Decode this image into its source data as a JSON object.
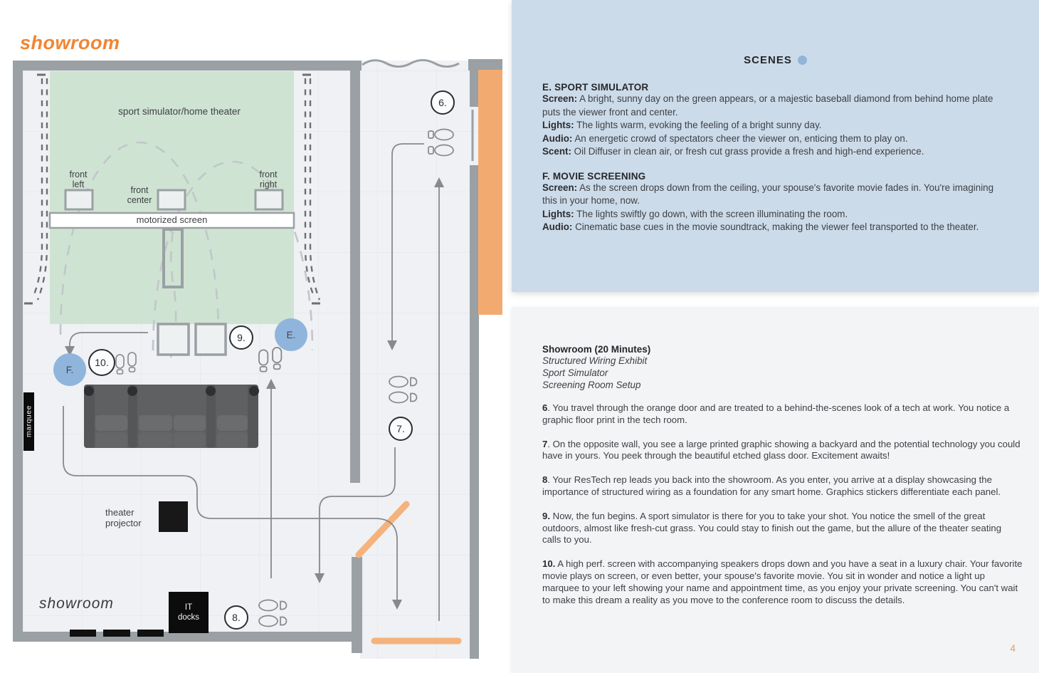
{
  "page": {
    "number": "4"
  },
  "colors": {
    "accent_orange": "#F28433",
    "door_orange": "#F3AA70",
    "wall_gray": "#9AA0A4",
    "zone_green": "#CFE3D3",
    "marker_blue": "#90B5DC",
    "panel_blue": "#CCDBE9",
    "panel_gray": "#F3F4F6"
  },
  "floor_plan": {
    "title": "showroom",
    "room_label": "showroom",
    "labels": {
      "area": "sport simulator/home theater",
      "front_left": "front\nleft",
      "front_center": "front\ncenter",
      "front_right": "front\nright",
      "motorized_screen": "motorized screen",
      "marquee": "marquee",
      "theater_projector": "theater\nprojector",
      "it_docks": "IT\ndocks"
    },
    "markers": {
      "m6": "6.",
      "m7": "7.",
      "m8": "8.",
      "m9": "9.",
      "m10": "10.",
      "mE": "E.",
      "mF": "F."
    }
  },
  "scenes_panel": {
    "title": "SCENES",
    "sections": [
      {
        "heading": "E. SPORT SIMULATOR",
        "rows": [
          {
            "label": "Screen:",
            "text": "A bright, sunny day on the green appears, or a majestic baseball diamond from behind home plate puts the viewer front and center."
          },
          {
            "label": "Lights:",
            "text": "The lights warm, evoking the feeling of a bright sunny day."
          },
          {
            "label": "Audio:",
            "text": "An energetic crowd of spectators cheer the viewer on, enticing them to play on."
          },
          {
            "label": "Scent:",
            "text": "Oil Diffuser in clean air, or fresh cut grass provide a fresh and high-end experience."
          }
        ]
      },
      {
        "heading": "F. MOVIE SCREENING",
        "rows": [
          {
            "label": "Screen:",
            "text": "As the screen drops down from the ceiling, your spouse's favorite movie fades in. You're imagining this in your home, now."
          },
          {
            "label": "Lights:",
            "text": "The lights swiftly go down, with the screen illuminating the room."
          },
          {
            "label": "Audio:",
            "text": "Cinematic base cues in the movie soundtrack, making the viewer feel transported to the theater."
          }
        ]
      }
    ]
  },
  "tour_panel": {
    "heading": "Showroom (20 Minutes)",
    "subtitles": [
      "Structured Wiring Exhibit",
      "Sport Simulator",
      "Screening Room Setup"
    ],
    "steps": [
      {
        "num": "6",
        "text": ". You travel through the orange door and are treated to a behind-the-scenes look of a tech at work. You notice a graphic floor print in the tech room."
      },
      {
        "num": "7",
        "text": ". On the opposite wall, you see a large printed graphic showing a backyard and the potential technology you could have in yours. You peek through the beautiful etched glass door. Excitement awaits!"
      },
      {
        "num": "8",
        "text": ". Your ResTech rep leads you back into the showroom. As you enter, you arrive at a display showcasing the importance of structured wiring as a foundation for any smart home. Graphics stickers differentiate each panel."
      },
      {
        "num": "9.",
        "text": " Now, the fun begins. A sport simulator is there for you to take your shot. You notice the smell of the great outdoors, almost like fresh-cut grass. You could stay to finish out the game, but the allure of the theater seating calls to you."
      },
      {
        "num": "10.",
        "text": " A high perf. screen with accompanying speakers drops down and you have a seat in a luxury chair. Your favorite movie plays on screen, or even better, your spouse's favorite movie. You sit in wonder and notice a light up marquee to your left showing your name and appointment time, as you enjoy your private screening. You can't wait to make this dream a reality as you move to the conference room to discuss the details."
      }
    ]
  }
}
